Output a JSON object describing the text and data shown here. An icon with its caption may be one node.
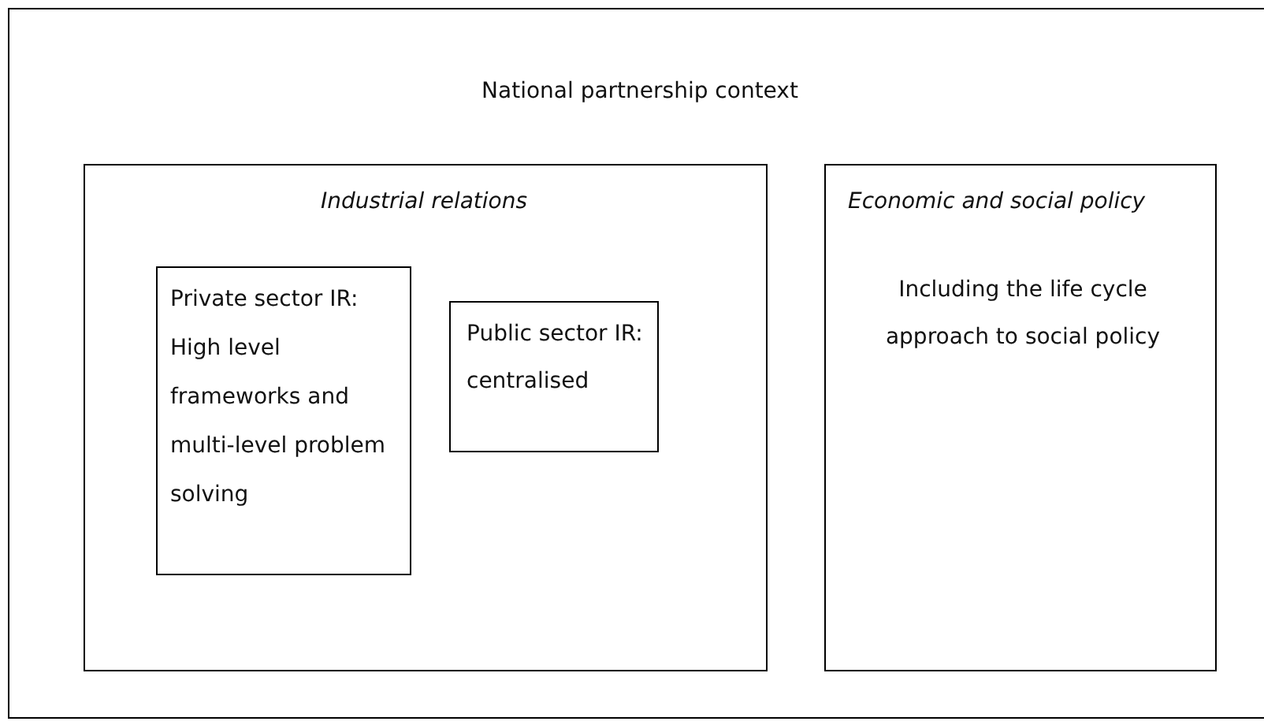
{
  "diagram": {
    "nodes": [
      {
        "text": [
          "National partnership context"
        ]
      },
      {
        "text": [
          "Industrial relations"
        ],
        "in": 0
      },
      {
        "text": [
          "Private sector IR: High level frameworks and multi-level problem solving"
        ],
        "in": 1
      },
      {
        "text": [
          "Public sector IR: centralised"
        ],
        "in": 1
      },
      {
        "text": [
          "Economic and social policy",
          "Including the life cycle approach to social policy"
        ],
        "in": 0
      }
    ]
  }
}
